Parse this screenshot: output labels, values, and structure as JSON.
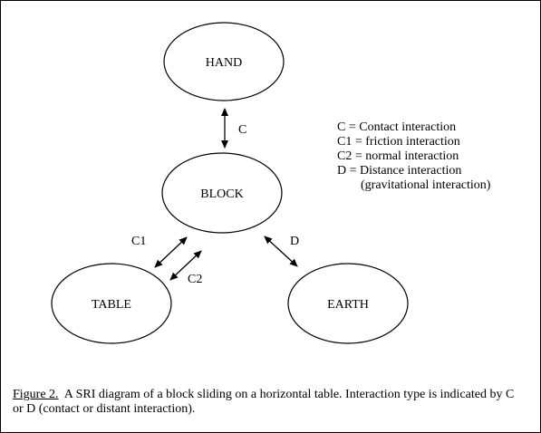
{
  "nodes": {
    "hand": "HAND",
    "block": "BLOCK",
    "table": "TABLE",
    "earth": "EARTH"
  },
  "edge_labels": {
    "hand_block": "C",
    "block_table_friction": "C1",
    "block_table_normal": "C2",
    "block_earth": "D"
  },
  "legend": [
    "C = Contact interaction",
    "C1 = friction interaction",
    "C2 = normal interaction",
    "D = Distance interaction",
    "(gravitational interaction)"
  ],
  "caption": {
    "label": "Figure 2.",
    "text": "  A SRI diagram of a block sliding on a horizontal table. Interaction type is indicated by C or D (contact or distant interaction)."
  }
}
